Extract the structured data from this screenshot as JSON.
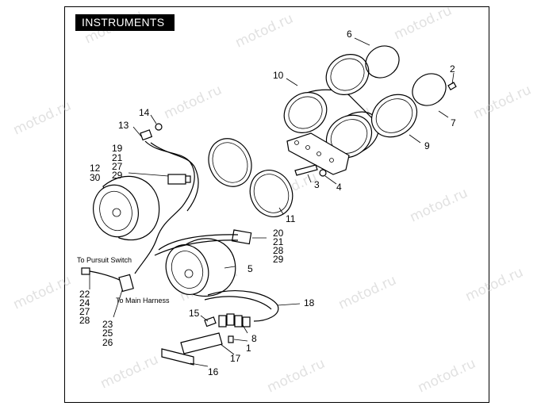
{
  "title": "INSTRUMENTS",
  "watermark": "motod.ru",
  "callouts": [
    {
      "id": "c1",
      "text": "1"
    },
    {
      "id": "c2",
      "text": "2"
    },
    {
      "id": "c3",
      "text": "3"
    },
    {
      "id": "c4",
      "text": "4"
    },
    {
      "id": "c5",
      "text": "5"
    },
    {
      "id": "c6",
      "text": "6"
    },
    {
      "id": "c7",
      "text": "7"
    },
    {
      "id": "c8",
      "text": "8"
    },
    {
      "id": "c9",
      "text": "9"
    },
    {
      "id": "c10",
      "text": "10"
    },
    {
      "id": "c11",
      "text": "11"
    },
    {
      "id": "c12",
      "text": "12"
    },
    {
      "id": "c13",
      "text": "13"
    },
    {
      "id": "c14",
      "text": "14"
    },
    {
      "id": "c15",
      "text": "15"
    },
    {
      "id": "c16",
      "text": "16"
    },
    {
      "id": "c17",
      "text": "17"
    },
    {
      "id": "c18",
      "text": "18"
    },
    {
      "id": "c30",
      "text": "30"
    },
    {
      "id": "g1a",
      "text": "19"
    },
    {
      "id": "g1b",
      "text": "21"
    },
    {
      "id": "g1c",
      "text": "27"
    },
    {
      "id": "g1d",
      "text": "29"
    },
    {
      "id": "g2a",
      "text": "20"
    },
    {
      "id": "g2b",
      "text": "21"
    },
    {
      "id": "g2c",
      "text": "28"
    },
    {
      "id": "g2d",
      "text": "29"
    },
    {
      "id": "g3a",
      "text": "22"
    },
    {
      "id": "g3b",
      "text": "24"
    },
    {
      "id": "g3c",
      "text": "27"
    },
    {
      "id": "g3d",
      "text": "28"
    },
    {
      "id": "g4a",
      "text": "23"
    },
    {
      "id": "g4b",
      "text": "25"
    },
    {
      "id": "g4c",
      "text": "26"
    }
  ],
  "notes": {
    "pursuit": "To Pursuit Switch",
    "harness": "To Main Harness"
  }
}
